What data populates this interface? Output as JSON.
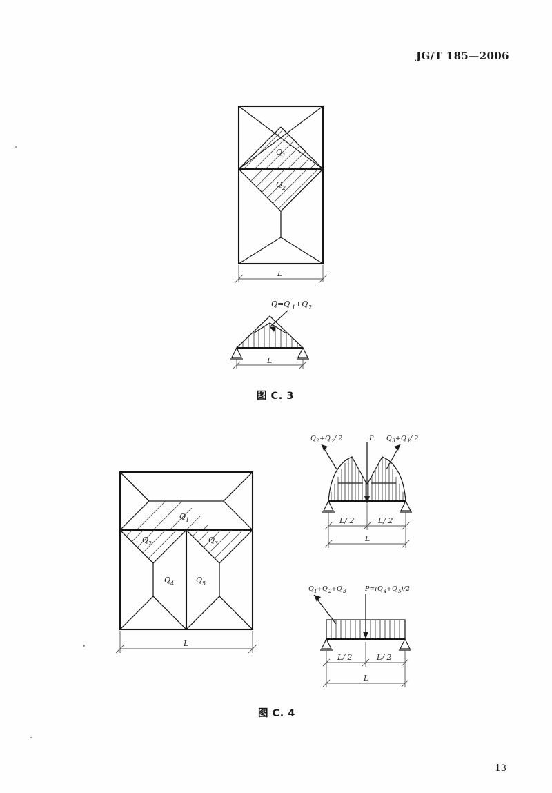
{
  "document": {
    "standard_header": "JG/T 185—2006",
    "page_number": "13"
  },
  "figures": [
    {
      "id": "C.3",
      "caption": "图 C. 3",
      "panel": {
        "name": "single-panel-yield-line-diagram",
        "region_labels": [
          "Q₁",
          "Q₂"
        ],
        "dimension_label": "L"
      },
      "load_diagram": {
        "name": "triangular-load-diagram",
        "load_label": "Q=Q₁+Q₂",
        "span_label": "L",
        "load_shape": "triangular"
      }
    },
    {
      "id": "C.4",
      "caption": "图 C. 4",
      "panel": {
        "name": "double-panel-yield-line-diagram",
        "region_labels": [
          "Q₁",
          "Q₂",
          "Q₃",
          "Q₄",
          "Q₅"
        ],
        "dimension_label": "L"
      },
      "load_diagram_upper": {
        "name": "double-peak-load-diagram",
        "left_label": "Q₂+Q₁/ 2",
        "center_label": "P",
        "right_label": "Q₃+Q₁/ 2",
        "half_span_left": "L/ 2",
        "half_span_right": "L/ 2",
        "span_label": "L",
        "load_shape": "double-peak"
      },
      "load_diagram_lower": {
        "name": "uniform-load-diagram",
        "left_label": "Q₁+Q₂+Q₃",
        "center_label": "P=(Q₄+Q₅)/2",
        "half_span_left": "L/ 2",
        "half_span_right": "L/ 2",
        "span_label": "L",
        "load_shape": "uniform"
      }
    }
  ]
}
